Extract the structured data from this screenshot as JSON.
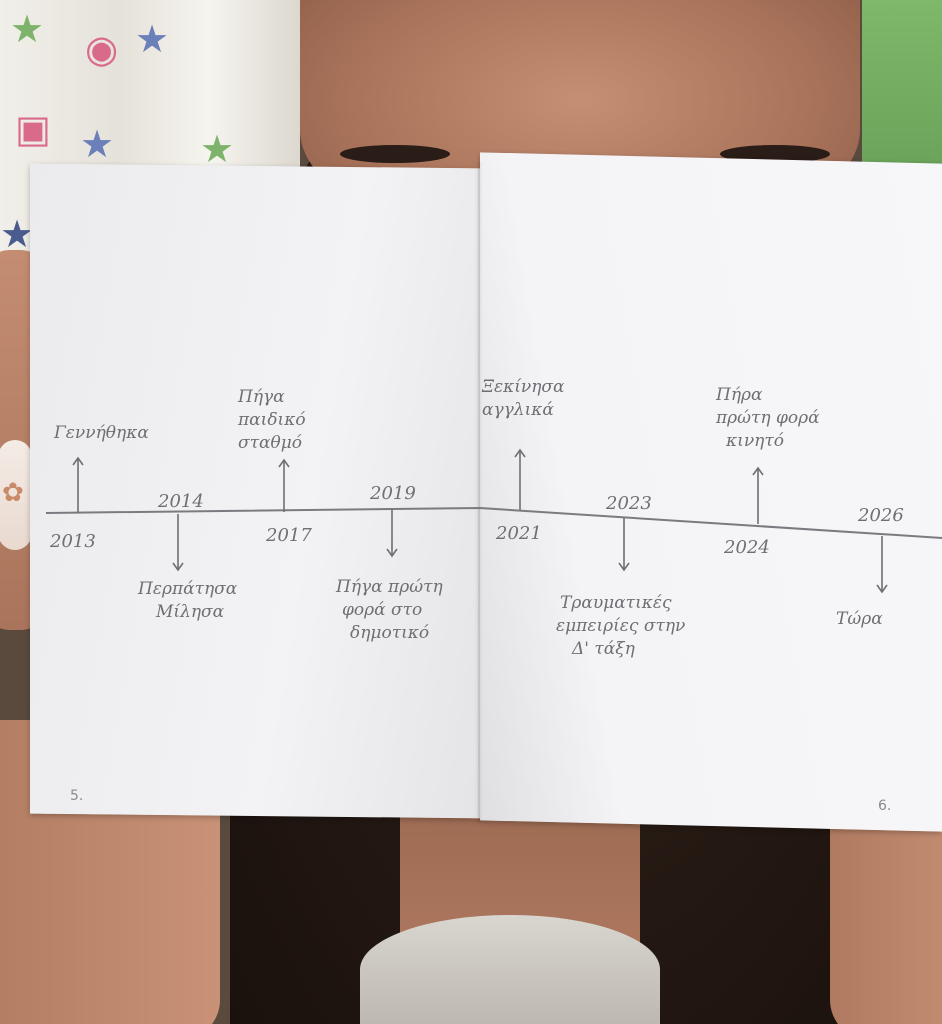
{
  "timeline": {
    "events": [
      {
        "year": "2013",
        "lines": [
          "Γεννήθηκα"
        ]
      },
      {
        "year": "2014",
        "lines": [
          "Περπάτησα",
          "Μίλησα"
        ]
      },
      {
        "year": "2017",
        "lines": [
          "Πήγα",
          "παιδικό",
          "σταθμό"
        ]
      },
      {
        "year": "2019",
        "lines": [
          "Πήγα πρώτη",
          "φορά στο",
          "δημοτικό"
        ]
      },
      {
        "year": "2021",
        "lines": [
          "Ξεκίνησα",
          "αγγλικά"
        ]
      },
      {
        "year": "2023",
        "lines": [
          "Τραυματικές",
          "εμπειρίες στην",
          "Δ' τάξη"
        ]
      },
      {
        "year": "2024",
        "lines": [
          "Πήρα",
          "πρώτη φορά",
          "κινητό"
        ]
      },
      {
        "year": "2026",
        "lines": [
          "Τώρα"
        ]
      }
    ],
    "page_left_number": "5.",
    "page_right_number": "6."
  },
  "colors": {
    "pencil": "#6e6e74",
    "paper": "#f3f3f5"
  }
}
